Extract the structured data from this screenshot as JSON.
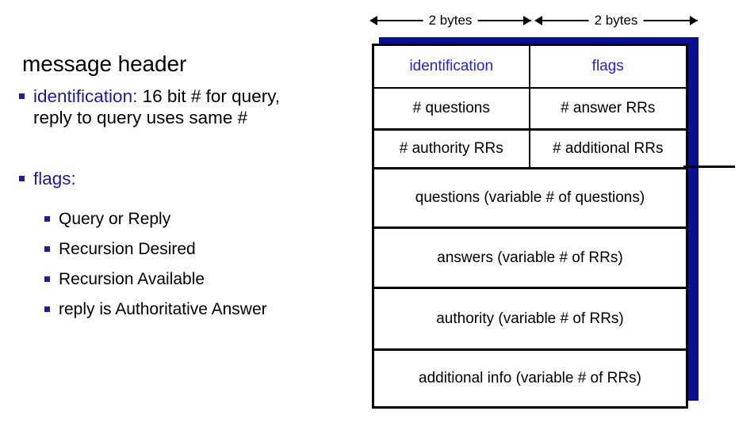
{
  "slide": {
    "heading": "message header",
    "bullets": [
      {
        "id": "identification",
        "label": "identification:",
        "detail": " 16 bit # for query, reply to query uses same #"
      },
      {
        "id": "flags",
        "label": "flags:",
        "detail": ""
      }
    ],
    "sub_bullets": [
      {
        "id": "query-or-reply",
        "text": "Query or Reply"
      },
      {
        "id": "recursion-desired",
        "text": "Recursion Desired"
      },
      {
        "id": "recursion-available",
        "text": "Recursion Available"
      },
      {
        "id": "authoritative",
        "text": "reply is Authoritative Answer"
      }
    ]
  },
  "diagram": {
    "dimension_labels": {
      "left": "2 bytes",
      "right": "2 bytes"
    },
    "rows": [
      {
        "type": "split",
        "cells": [
          {
            "text": "identification",
            "color": "blue"
          },
          {
            "text": "flags",
            "color": "blue"
          }
        ]
      },
      {
        "type": "split",
        "cells": [
          {
            "text": "# questions",
            "color": "black"
          },
          {
            "text": "# answer RRs",
            "color": "black"
          }
        ]
      },
      {
        "type": "split",
        "cells": [
          {
            "text": "# authority RRs",
            "color": "black"
          },
          {
            "text": "# additional RRs",
            "color": "black"
          }
        ]
      },
      {
        "type": "full",
        "text": "questions (variable # of questions)",
        "color": "black"
      },
      {
        "type": "full",
        "text": "answers (variable # of RRs)",
        "color": "black"
      },
      {
        "type": "full",
        "text": "authority (variable # of RRs)",
        "color": "black"
      },
      {
        "type": "full",
        "text": "additional info (variable # of RRs)",
        "color": "black"
      }
    ]
  },
  "colors": {
    "accent_blue": "#2222ee",
    "navy": "#1f1f8f",
    "shadow_navy": "#0b1093",
    "text_black": "#000000"
  }
}
